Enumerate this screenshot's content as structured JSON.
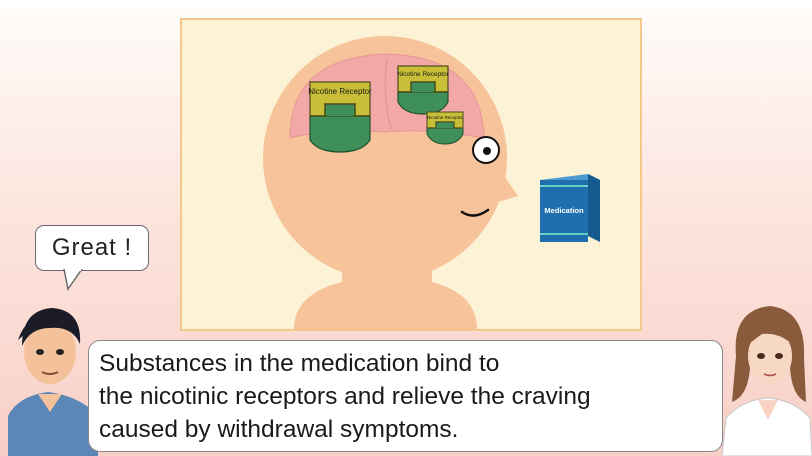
{
  "scene": {
    "receptor_labels": [
      "Nicotine Receptor",
      "Nicotine Receptor",
      "Nicotine Receptor"
    ],
    "medication_label": "Medication"
  },
  "speech_bubble": {
    "text": "Great !"
  },
  "caption": {
    "lines": [
      "Substances in the medication bind to",
      "the nicotinic receptors and relieve the craving",
      "caused by withdrawal symptoms."
    ]
  },
  "colors": {
    "background": "#f8cfc6",
    "frame_bg": "#fcf3d6",
    "frame_border": "#f3c889",
    "skin": "#f7c39a",
    "brain": "#f3a8a8",
    "receptor_yellow": "#c9be37",
    "receptor_green": "#3f8f5a",
    "medication_box": "#1f6fae"
  }
}
